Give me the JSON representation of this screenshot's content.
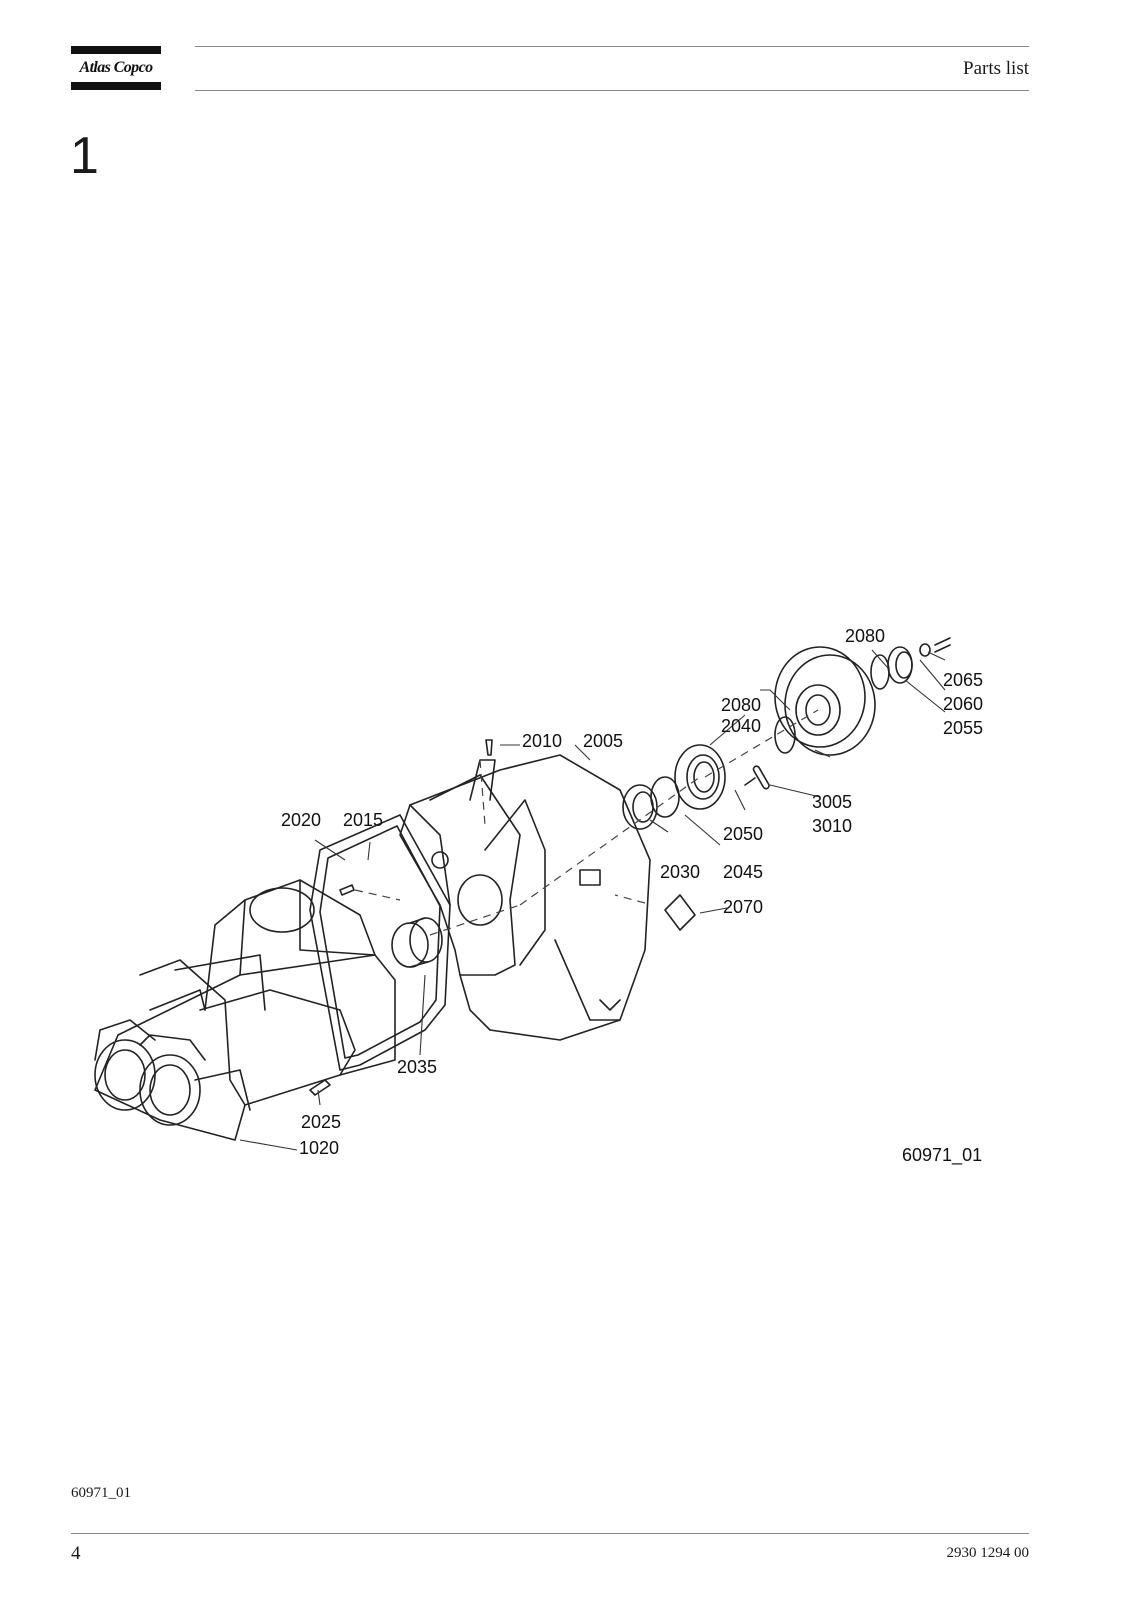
{
  "header": {
    "logo_text": "Atlas Copco",
    "section": "Parts list"
  },
  "chapter": "1",
  "figure": {
    "image_id": "60971_01",
    "callouts": [
      {
        "ref": "2080"
      },
      {
        "ref": "2065"
      },
      {
        "ref": "2060"
      },
      {
        "ref": "2055"
      },
      {
        "ref": "2080"
      },
      {
        "ref": "2040"
      },
      {
        "ref": "2010"
      },
      {
        "ref": "2005"
      },
      {
        "ref": "3005"
      },
      {
        "ref": "3010"
      },
      {
        "ref": "2020"
      },
      {
        "ref": "2015"
      },
      {
        "ref": "2050"
      },
      {
        "ref": "2030"
      },
      {
        "ref": "2045"
      },
      {
        "ref": "2070"
      },
      {
        "ref": "2035"
      },
      {
        "ref": "2025"
      },
      {
        "ref": "1020"
      }
    ]
  },
  "footer": {
    "drawing_ref": "60971_01",
    "page_number": "4",
    "document_number": "2930 1294 00"
  }
}
